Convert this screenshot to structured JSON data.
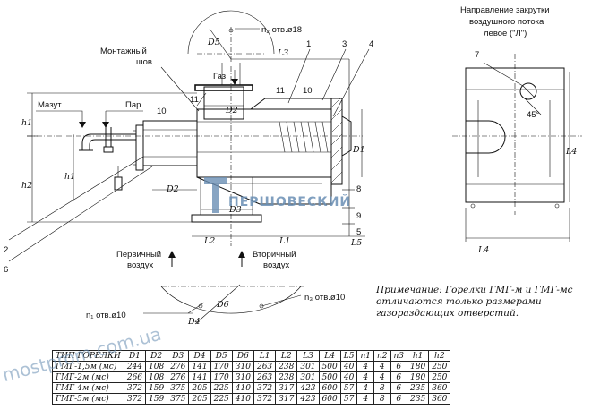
{
  "labels": {
    "montage_1": "Монтажный",
    "montage_2": "шов",
    "gas": "Газ",
    "mazut": "Мазут",
    "par": "Пар",
    "primary_1": "Первичный",
    "primary_2": "воздух",
    "secondary_1": "Вторичный",
    "secondary_2": "воздух",
    "twist_1": "Направление закрутки",
    "twist_2": "воздушного потока",
    "twist_3": "левое (\"Л\")",
    "holes_n2": "n₂ отв.ø18",
    "holes_n1": "n₁ отв.ø10",
    "holes_n3": "n₃ отв.ø10",
    "angle": "45°"
  },
  "dims": {
    "D1": "D1",
    "D2": "D2",
    "D3": "D3",
    "D4": "D4",
    "D5": "D5",
    "D6": "D6",
    "L1": "L1",
    "L2": "L2",
    "L3": "L3",
    "L4": "L4",
    "L5": "L5",
    "h1": "h1",
    "h2": "h2"
  },
  "callouts": [
    "1",
    "2",
    "3",
    "4",
    "5",
    "6",
    "7",
    "8",
    "9",
    "10",
    "11"
  ],
  "note": {
    "head": "Примечание:",
    "body": "Горелки ГМГ-м и ГМГ-мс отличаются только размерами газораздающих отверстий."
  },
  "watermark": {
    "center": "ПЕРШОВЕСКИЙ",
    "diag": "mostprom.com.ua"
  },
  "table": {
    "headers": [
      "ТИП ГОРЕЛКИ",
      "D1",
      "D2",
      "D3",
      "D4",
      "D5",
      "D6",
      "L1",
      "L2",
      "L3",
      "L4",
      "L5",
      "n1",
      "n2",
      "n3",
      "h1",
      "h2"
    ],
    "rows": [
      [
        "ГМГ-1,5м (мс)",
        "244",
        "108",
        "276",
        "141",
        "170",
        "310",
        "263",
        "238",
        "301",
        "500",
        "40",
        "4",
        "4",
        "6",
        "180",
        "250"
      ],
      [
        "ГМГ-2м (мс)",
        "266",
        "108",
        "276",
        "141",
        "170",
        "310",
        "263",
        "238",
        "301",
        "500",
        "40",
        "4",
        "4",
        "6",
        "180",
        "250"
      ],
      [
        "ГМГ-4м (мс)",
        "372",
        "159",
        "375",
        "205",
        "225",
        "410",
        "372",
        "317",
        "423",
        "600",
        "57",
        "4",
        "8",
        "6",
        "235",
        "360"
      ],
      [
        "ГМГ-5м (мс)",
        "372",
        "159",
        "375",
        "205",
        "225",
        "410",
        "372",
        "317",
        "423",
        "600",
        "57",
        "4",
        "8",
        "6",
        "235",
        "360"
      ]
    ]
  }
}
